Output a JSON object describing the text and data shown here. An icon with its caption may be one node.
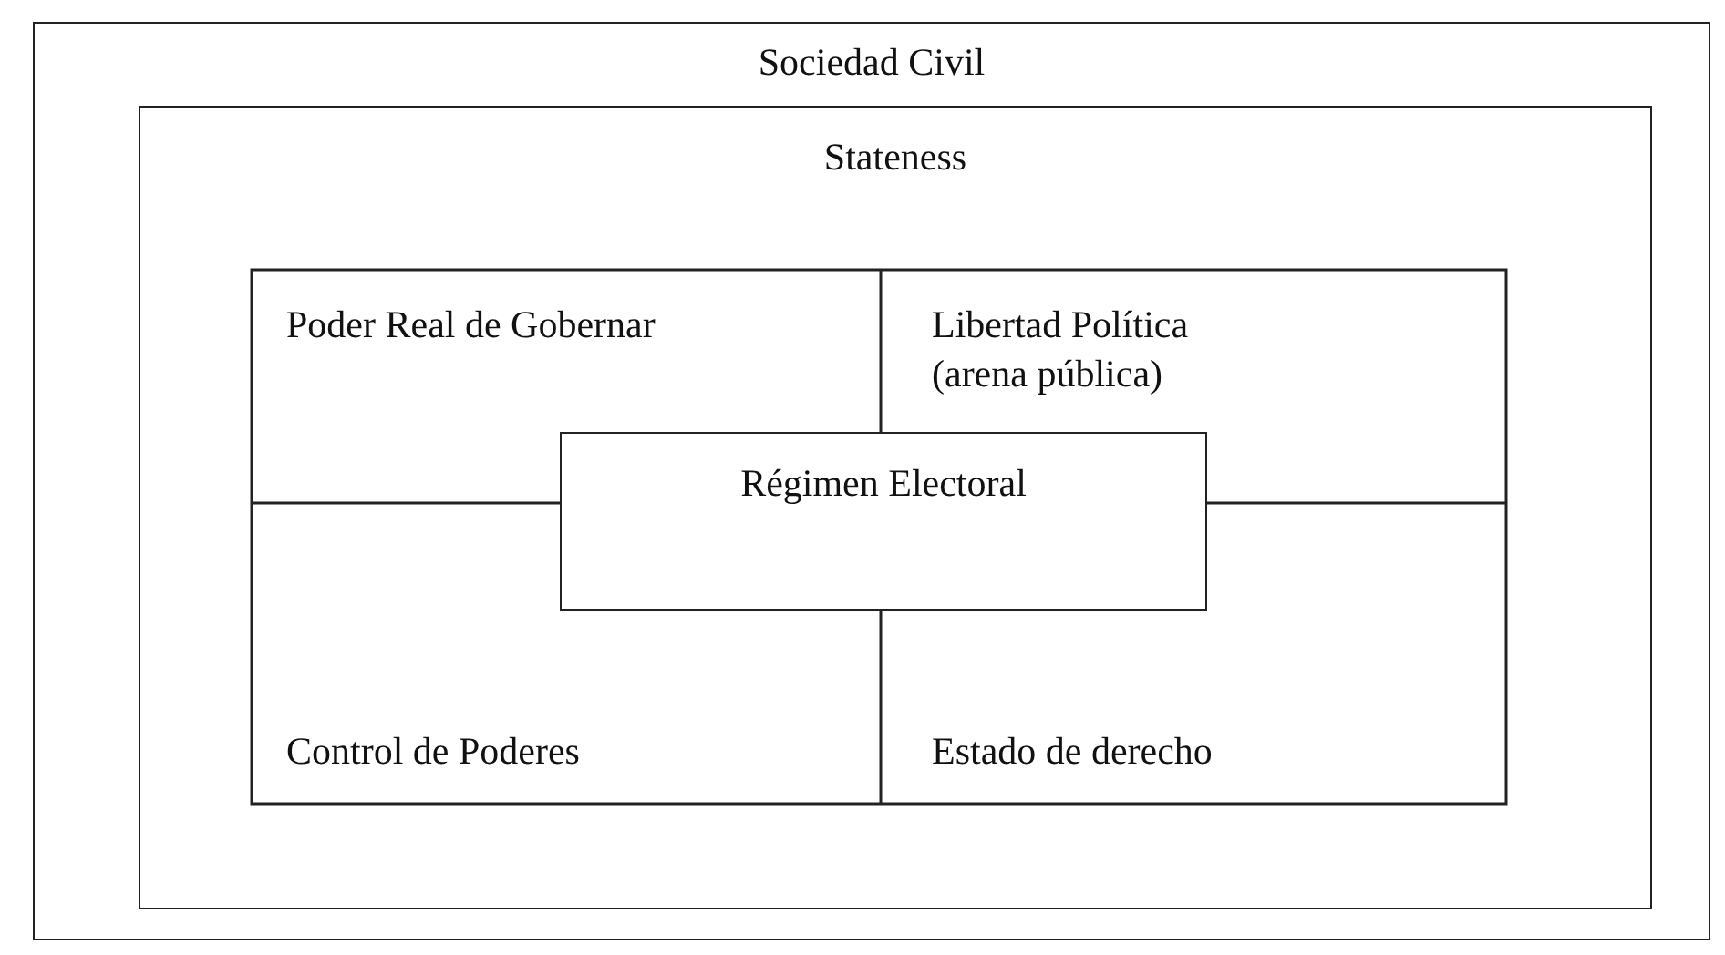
{
  "diagram": {
    "nodes": [
      {
        "text": [
          "Sociedad Civil"
        ]
      },
      {
        "text": [
          "Stateness"
        ],
        "in": 0
      },
      {
        "text": [
          "Poder Real de Gobernar"
        ],
        "in": 1
      },
      {
        "text": [
          "Libertad Política (arena pública)"
        ],
        "in": 1
      },
      {
        "text": [
          "Control de Poderes"
        ],
        "in": 1
      },
      {
        "text": [
          "Estado de derecho"
        ],
        "in": 1
      },
      {
        "text": [
          "Régimen Electoral"
        ],
        "in": 1
      }
    ],
    "edges": []
  }
}
